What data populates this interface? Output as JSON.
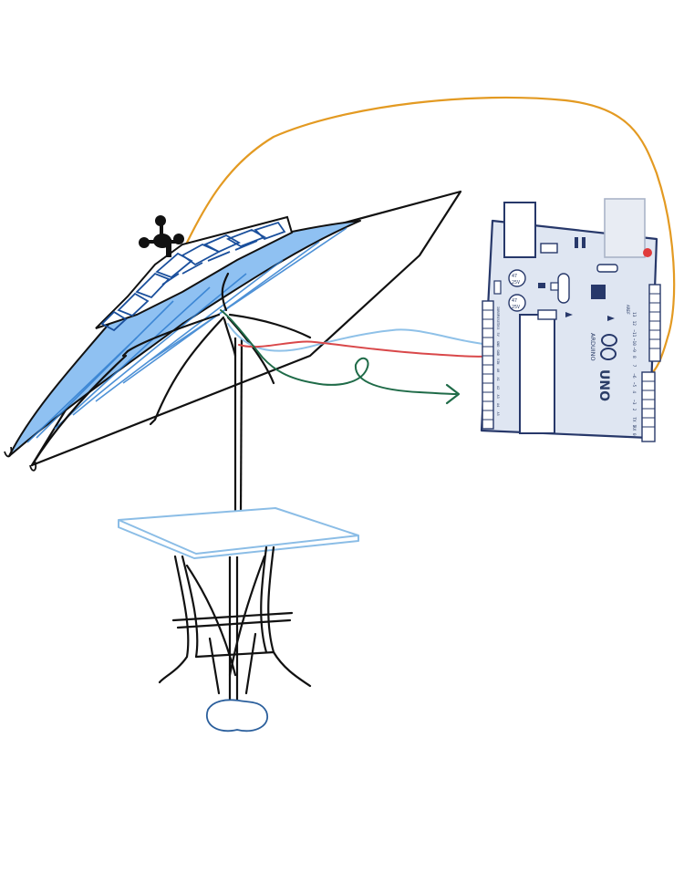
{
  "colors": {
    "ink": "#111111",
    "canopy_fill": "#8fc1f2",
    "canopy_deep": "#2f7ed0",
    "solar_panel": "#1a4f9c",
    "table_outline": "#8bbde6",
    "board_fill": "#dfe6f2",
    "board_outline": "#27386a",
    "wire_orange": "#e39a22",
    "wire_blue": "#8fc1e8",
    "wire_red": "#d9484a",
    "wire_green": "#1f6b48",
    "led_red": "#e03b3b",
    "base_outline": "#2b5f9c"
  },
  "board": {
    "model": "UNO",
    "brand": "ARDUINO",
    "cap_labels": [
      "47",
      "25V"
    ],
    "pin_numbers": [
      "13",
      "12",
      "~11",
      "~10",
      "~9",
      "8",
      "7",
      "~6",
      "~5",
      "4",
      "~3",
      "2",
      "TX 1",
      "RX 0"
    ],
    "header_label": "AREF",
    "power_labels": [
      "IOREF",
      "RESET",
      "3V3",
      "5V",
      "GND",
      "GND",
      "VIN"
    ],
    "analog_labels": [
      "A0",
      "A1",
      "A2",
      "A3",
      "A4",
      "A5"
    ]
  },
  "icons": [
    "anemometer-icon",
    "solar-panel-icon",
    "arduino-uno-icon",
    "arrow-icon"
  ]
}
